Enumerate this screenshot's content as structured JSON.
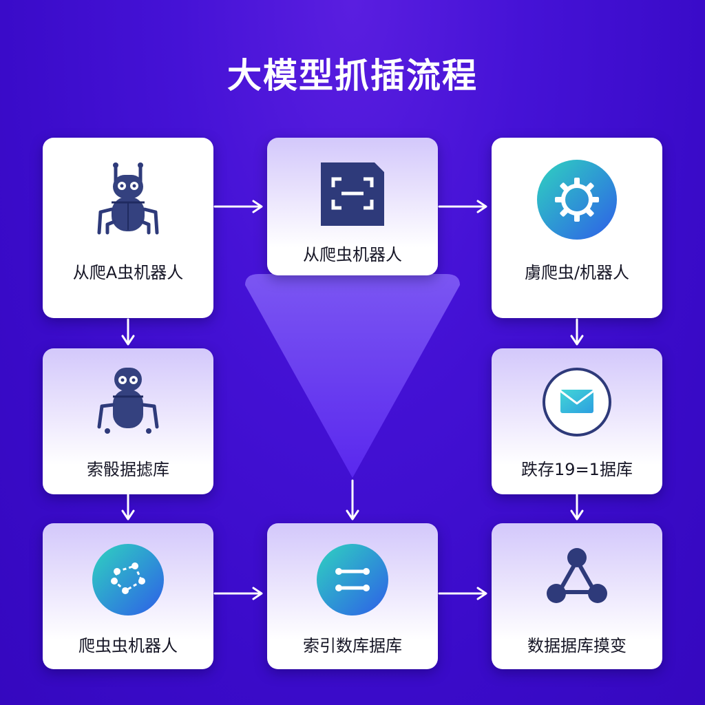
{
  "title": "大模型抓插流程",
  "cards": [
    {
      "label": "从爬A虫机器人",
      "icon": "robot-crawler-icon"
    },
    {
      "label": "从爬虫机器人",
      "icon": "document-scan-icon"
    },
    {
      "label": "虜爬虫/机器人",
      "icon": "gear-icon"
    },
    {
      "label": "索骰据摅库",
      "icon": "robot-icon"
    },
    {
      "label": "跌存19=1据库",
      "icon": "mail-icon"
    },
    {
      "label": "爬虫虫机器人",
      "icon": "network-nodes-icon"
    },
    {
      "label": "索引数库据库",
      "icon": "link-bars-icon"
    },
    {
      "label": "数据据库摸变",
      "icon": "triangle-graph-icon"
    }
  ],
  "colors": {
    "background": "#4512d6",
    "card": "#ffffff",
    "funnel": "#6a3cf0",
    "icon_dark": "#2e3a7a",
    "teal": "#25c3c3",
    "blue": "#2d6fe8"
  }
}
